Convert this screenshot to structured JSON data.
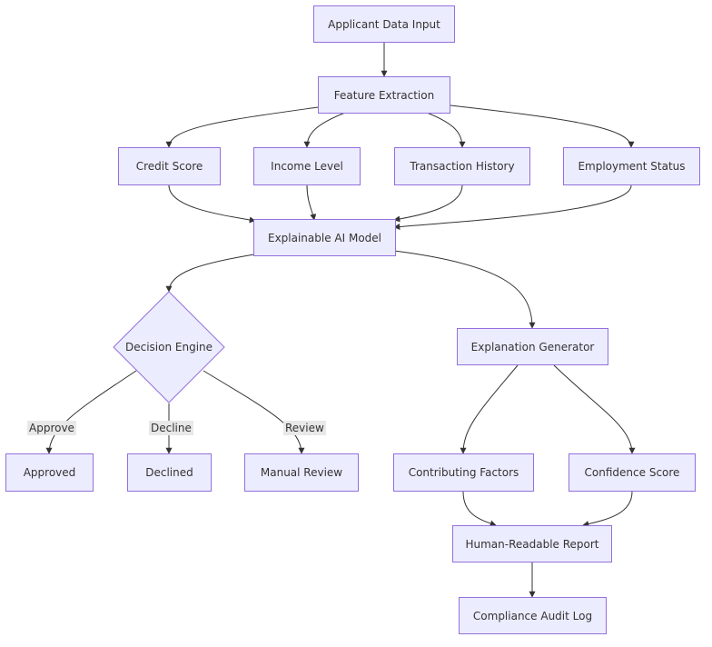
{
  "nodes": {
    "applicant_data_input": "Applicant Data Input",
    "feature_extraction": "Feature Extraction",
    "credit_score": "Credit Score",
    "income_level": "Income Level",
    "transaction_history": "Transaction History",
    "employment_status": "Employment Status",
    "explainable_ai_model": "Explainable AI Model",
    "decision_engine": "Decision Engine",
    "explanation_generator": "Explanation Generator",
    "approved": "Approved",
    "declined": "Declined",
    "manual_review": "Manual Review",
    "contributing_factors": "Contributing Factors",
    "confidence_score": "Confidence Score",
    "human_readable_report": "Human-Readable Report",
    "compliance_audit_log": "Compliance Audit Log"
  },
  "edge_labels": {
    "approve": "Approve",
    "decline": "Decline",
    "review": "Review"
  },
  "colors": {
    "node_fill": "#ececff",
    "node_stroke": "#9370db",
    "edge": "#333333",
    "edge_label_bg": "#e8e8e8"
  }
}
